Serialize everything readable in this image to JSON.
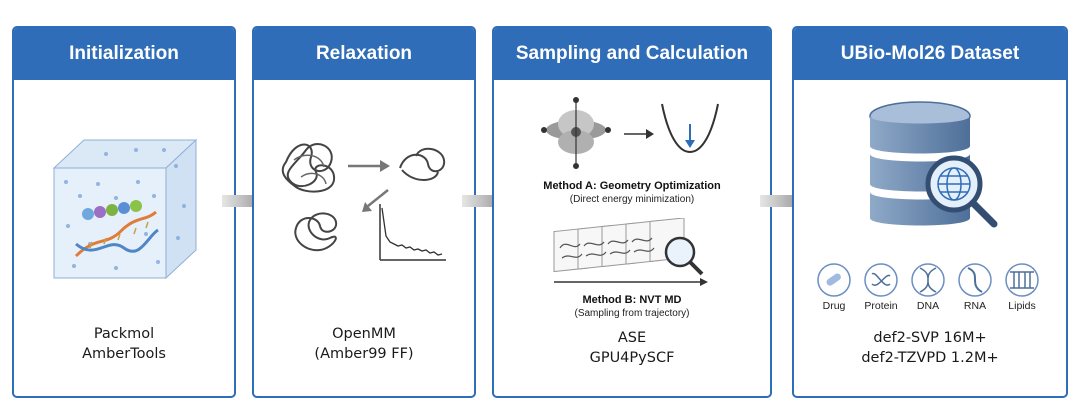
{
  "stages": [
    {
      "title": "Initialization",
      "tools": [
        "Packmol",
        "AmberTools"
      ]
    },
    {
      "title": "Relaxation",
      "tools": [
        "OpenMM",
        "(Amber99 FF)"
      ]
    },
    {
      "title": "Sampling and Calculation",
      "tools": [
        "ASE",
        "GPU4PySCF"
      ]
    },
    {
      "title": "UBio-Mol26 Dataset",
      "tools": [
        "def2-SVP 16M+",
        "def2-TZVPD 1.2M+"
      ]
    }
  ],
  "methods": {
    "a_title": "Method A: Geometry Optimization",
    "a_subtitle": "(Direct energy minimization)",
    "b_title": "Method B: NVT MD",
    "b_subtitle": "(Sampling from trajectory)"
  },
  "molecule_types": [
    "Drug",
    "Protein",
    "DNA",
    "RNA",
    "Lipids"
  ],
  "colors": {
    "accent": "#2f6db8",
    "arrow": "#8c8c8c"
  }
}
